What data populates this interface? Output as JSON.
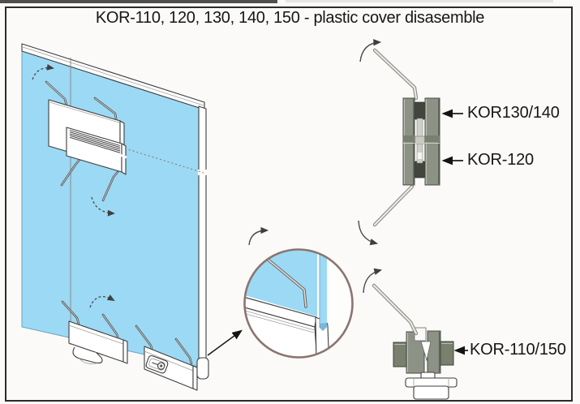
{
  "title": "KOR-110, 120, 130, 140, 150 - plastic cover disasemble",
  "labels": {
    "top_right_upper": "KOR130/140",
    "top_right_lower": "KOR-120",
    "bottom_right": "KOR-110/150"
  },
  "colors": {
    "paper": "#fbfaf8",
    "frame_border": "#2b2b2b",
    "panel_blue": "#9cd9f4",
    "panel_blue_shade": "#79b7d6",
    "metal_gray": "#8d9287",
    "metal_dark": "#41463c",
    "metal_mid": "#79806e",
    "metal_light": "#cfd0c8",
    "circle_ring": "#8a7570",
    "arrow_gray": "#4a4a4a",
    "text_color": "#161616"
  }
}
